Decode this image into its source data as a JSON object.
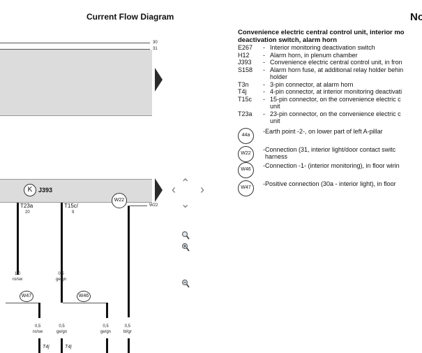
{
  "header": {
    "title": "Current Flow Diagram",
    "right_label": "No"
  },
  "diagram": {
    "rail_labels": [
      "30",
      "31"
    ],
    "wire_label_w22": "W22",
    "module": {
      "icon_letter": "K",
      "label": "J393"
    },
    "connectors": [
      {
        "name": "T23a",
        "pin": "20"
      },
      {
        "name": "T15c/",
        "pin": "9"
      }
    ],
    "earth_points": [
      "W47",
      "W46"
    ],
    "wire_labels_upper": [
      {
        "size": "1,0",
        "color": "ro/sw"
      },
      {
        "size": "0,5",
        "color": "ge/gn"
      }
    ],
    "wire_labels_lower": [
      {
        "size": "0,5",
        "color": "ro/sw"
      },
      {
        "size": "0,5",
        "color": "ge/gn"
      },
      {
        "size": "0,5",
        "color": "ge/gn"
      },
      {
        "size": "0,5",
        "color": "bl/gr"
      }
    ],
    "bottom_connectors": [
      "T4j",
      "T4j"
    ],
    "controls": {
      "pan_up": "up-arrow",
      "pan_left": "left-arrow",
      "pan_right": "right-arrow",
      "pan_down": "down-arrow",
      "zoom_fit": "magnifier-icon",
      "zoom_in": "zoom-in-icon",
      "zoom_out": "zoom-out-icon"
    }
  },
  "legend": {
    "heading_line1": "Convenience electric central control unit, interior mo",
    "heading_line2": "deactivation switch, alarm horn",
    "items": [
      {
        "code": "E267",
        "text": "Interior monitoring deactivation switch"
      },
      {
        "code": "H12",
        "text": "Alarm horn, in plenum chamber"
      },
      {
        "code": "J393",
        "text": "Convenience electric central control unit, in fron"
      },
      {
        "code": "S158",
        "text": "Alarm horn fuse, at additional relay holder behin",
        "cont": "holder"
      },
      {
        "code": "T3n",
        "text": "3-pin connector, at alarm horn"
      },
      {
        "code": "T4j",
        "text": "4-pin connector, at interior monitoring deactivati"
      },
      {
        "code": "T15c",
        "text": "15-pin connector, on the convenience electric c",
        "cont": "unit"
      },
      {
        "code": "T23a",
        "text": "23-pin connector, on the convenience electric c",
        "cont": "unit"
      }
    ],
    "grounds": [
      {
        "symbol": "44a",
        "text": "Earth point -2-, on lower part of left A-pillar"
      },
      {
        "symbol": "W22",
        "text": "Connection (31, interior light/door contact switc",
        "cont": "harness"
      },
      {
        "symbol": "W46",
        "text": "Connection -1- (interior monitoring), in floor wirin"
      },
      {
        "symbol": "W47",
        "text": "Positive connection (30a - interior light), in floor"
      }
    ]
  }
}
